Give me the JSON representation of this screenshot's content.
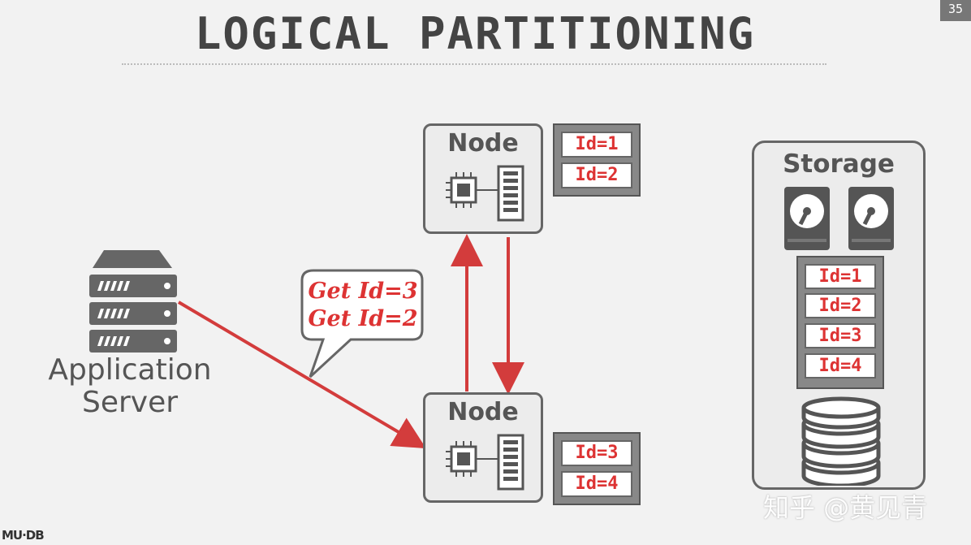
{
  "slide": {
    "title": "LOGICAL PARTITIONING",
    "page_number": "35",
    "footer": "MU·DB",
    "watermark": "知乎 @黄见青"
  },
  "app_server": {
    "label_line1": "Application",
    "label_line2": "Server"
  },
  "request_bubble": {
    "line1": "Get Id=3",
    "line2": "Get Id=2"
  },
  "nodes": [
    {
      "label": "Node",
      "partitions": [
        "Id=1",
        "Id=2"
      ]
    },
    {
      "label": "Node",
      "partitions": [
        "Id=3",
        "Id=4"
      ]
    }
  ],
  "storage": {
    "label": "Storage",
    "records": [
      "Id=1",
      "Id=2",
      "Id=3",
      "Id=4"
    ]
  },
  "colors": {
    "accent_red": "#d33c3c",
    "outline_gray": "#666666",
    "text_gray": "#555555"
  }
}
